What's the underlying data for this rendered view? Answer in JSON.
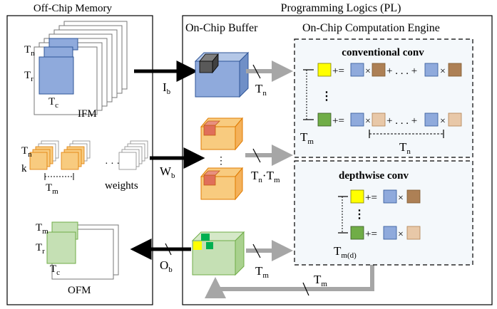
{
  "titles": {
    "off_chip": "Off-Chip Memory",
    "pl": "Programming Logics (PL)",
    "buffer": "On-Chip Buffer",
    "engine": "On-Chip Computation Engine"
  },
  "memory": {
    "ifm_label": "IFM",
    "weights_label": "weights",
    "ofm_label": "OFM",
    "ellipsis": "· · ·"
  },
  "math": {
    "T": "T",
    "n": "n",
    "r": "r",
    "c": "c",
    "m": "m",
    "k": "k",
    "I": "I",
    "W": "W",
    "O": "O",
    "b": "b",
    "dot": "·",
    "md": "m(d)"
  },
  "engine": {
    "conventional_title": "conventional conv",
    "depthwise_title": "depthwise conv",
    "plus_eq": "+=",
    "times": "×",
    "plus": "+",
    "dots_h": "· · ·",
    "plus_dots": "+ . . . +",
    "vdots": "⋮"
  },
  "colors": {
    "blue": "#8faadc",
    "blue_border": "#2f5597",
    "orange": "#f8cb7f",
    "orange_border": "#e07b00",
    "green_light": "#c5e0b4",
    "green_border": "#70ad47",
    "yellow": "#ffff00",
    "brown": "#ad8055",
    "tan": "#e8c8a8",
    "green_cell": "#70ad47",
    "gray_arrow": "#a6a6a6",
    "panel_bg": "#f4f8fb"
  }
}
